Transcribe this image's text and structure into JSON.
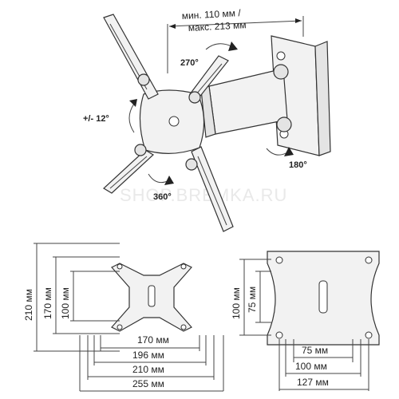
{
  "watermark": "SHOP.BREMKA.RU",
  "top": {
    "reach_min": "мин. 110 мм /",
    "reach_max": "макс. 213 мм",
    "rot_270": "270°",
    "tilt": "+/- 12°",
    "rot_180": "180°",
    "rot_360": "360°"
  },
  "bottom_left": {
    "height_210": "210 мм",
    "height_170": "170 мм",
    "height_100": "100 мм",
    "width_170": "170 мм",
    "width_196": "196 мм",
    "width_210": "210 мм",
    "width_255": "255 мм"
  },
  "bottom_right": {
    "height_100": "100 мм",
    "height_75": "75 мм",
    "width_75": "75 мм",
    "width_100": "100 мм",
    "width_127": "127 мм"
  }
}
